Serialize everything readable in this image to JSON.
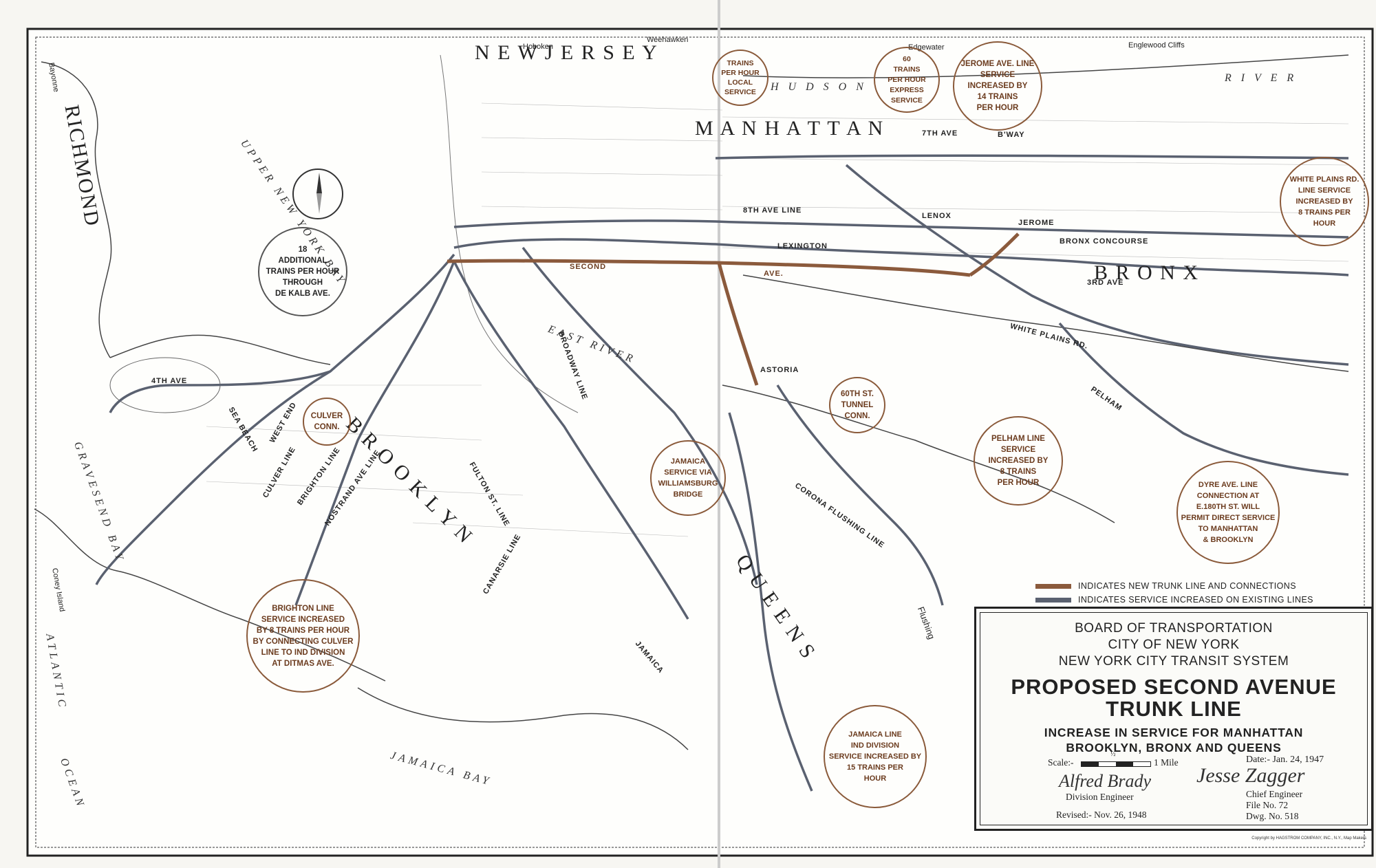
{
  "legend": {
    "line1": "BOARD OF TRANSPORTATION",
    "line2": "CITY OF NEW YORK",
    "line3": "NEW YORK CITY TRANSIT SYSTEM",
    "title1": "PROPOSED SECOND AVENUE",
    "title2": "TRUNK LINE",
    "sub1": "INCREASE IN SERVICE FOR MANHATTAN",
    "sub2": "BROOKLYN, BRONX AND QUEENS",
    "scale_label": "Scale:-",
    "scale_half": "½",
    "scale_mile": "1 Mile",
    "date": "Date:- Jan. 24, 1947",
    "division_engineer_sig": "Alfred Brady",
    "division_engineer": "Division Engineer",
    "chief_engineer_sig": "Jesse Zagger",
    "chief_engineer": "Chief Engineer",
    "file_no": "File No. 72",
    "dwg_no": "Dwg. No. 518",
    "revised": "Revised:- Nov. 26, 1948"
  },
  "key": {
    "new_trunk": "INDICATES NEW TRUNK LINE AND CONNECTIONS",
    "service_increase": "INDICATES SERVICE INCREASED ON EXISTING LINES",
    "new_trunk_color": "#8b5a3c",
    "service_color": "#5a6170"
  },
  "callouts": [
    {
      "id": "trains-local",
      "text": "TRAINS\nPER HOUR\nLOCAL\nSERVICE"
    },
    {
      "id": "express",
      "text": "60\nTRAINS\nPER HOUR\nEXPRESS\nSERVICE"
    },
    {
      "id": "jerome",
      "text": "JEROME AVE. LINE\nSERVICE\nINCREASED BY\n14 TRAINS\nPER HOUR"
    },
    {
      "id": "white-plains",
      "text": "WHITE PLAINS RD.\nLINE SERVICE\nINCREASED BY\n8 TRAINS PER\nHOUR"
    },
    {
      "id": "dekalb",
      "text": "18\nADDITIONAL\nTRAINS PER HOUR\nTHROUGH\nDE KALB AVE."
    },
    {
      "id": "culver",
      "text": "CULVER\nCONN."
    },
    {
      "id": "60th",
      "text": "60TH ST.\nTUNNEL\nCONN."
    },
    {
      "id": "jamaica-wburg",
      "text": "JAMAICA\nSERVICE VIA\nWILLIAMSBURG\nBRIDGE"
    },
    {
      "id": "pelham",
      "text": "PELHAM LINE\nSERVICE\nINCREASED BY\n8 TRAINS\nPER HOUR"
    },
    {
      "id": "dyre",
      "text": "DYRE AVE. LINE\nCONNECTION AT\nE.180TH ST. WILL\nPERMIT DIRECT SERVICE\nTO MANHATTAN\n& BROOKLYN"
    },
    {
      "id": "brighton",
      "text": "BRIGHTON LINE\nSERVICE INCREASED\nBY 8 TRAINS PER HOUR\nBY CONNECTING CULVER\nLINE TO IND DIVISION\nAT DITMAS AVE."
    },
    {
      "id": "jamaica-ind",
      "text": "JAMAICA LINE\nIND DIVISION\nSERVICE INCREASED BY\n15 TRAINS PER\nHOUR"
    }
  ],
  "map_labels": {
    "manhattan": "M A N H A T T A N",
    "bronx": "B R O N X",
    "brooklyn": "B R O O K L Y N",
    "queens": "Q U E E N S",
    "richmond": "RICHMOND",
    "new_jersey": "N E W   J E R S E Y",
    "hudson": "H U D S O N",
    "river": "R I V E R",
    "upper_bay": "UPPER  NEW  YORK  BAY",
    "atlantic": "ATLANTIC",
    "ocean": "OCEAN",
    "gravesend_bay": "GRAVESEND BAY",
    "jamaica_bay": "JAMAICA BAY",
    "east_river": "EAST RIVER",
    "hoboken": "Hoboken",
    "weehawken": "Weehawken",
    "edgewater": "Edgewater",
    "englewood": "Englewood Cliffs",
    "bayonne": "Bayonne",
    "coney_island": "Coney Island",
    "flushing": "Flushing",
    "astoria": "ASTORIA",
    "second_ave": "SECOND",
    "ave": "AVE.",
    "lexington": "LEXINGTON",
    "eighth_ave_line": "8TH AVE LINE",
    "seventh_ave": "7TH AVE",
    "bway": "B'WAY",
    "jerome_ave": "JEROME",
    "concourse": "BRONX   CONCOURSE",
    "white_plains": "WHITE   PLAINS   RD.",
    "pelham": "PELHAM",
    "fourth_ave": "4TH AVE",
    "sea_beach": "SEA BEACH",
    "west_end": "WEST END",
    "culver_line": "CULVER LINE",
    "brighton_line": "BRIGHTON LINE",
    "nostrand": "NOSTRAND AVE LINE",
    "fulton": "FULTON ST. LINE",
    "canarsie": "CANARSIE LINE",
    "jamaica": "JAMAICA",
    "broadway_line": "BROADWAY LINE",
    "corona": "CORONA FLUSHING LINE",
    "lenox": "LENOX",
    "third_ave": "3RD AVE"
  },
  "credit": "Copyright by HAGSTROM COMPANY, INC., N.Y., Map Makers"
}
